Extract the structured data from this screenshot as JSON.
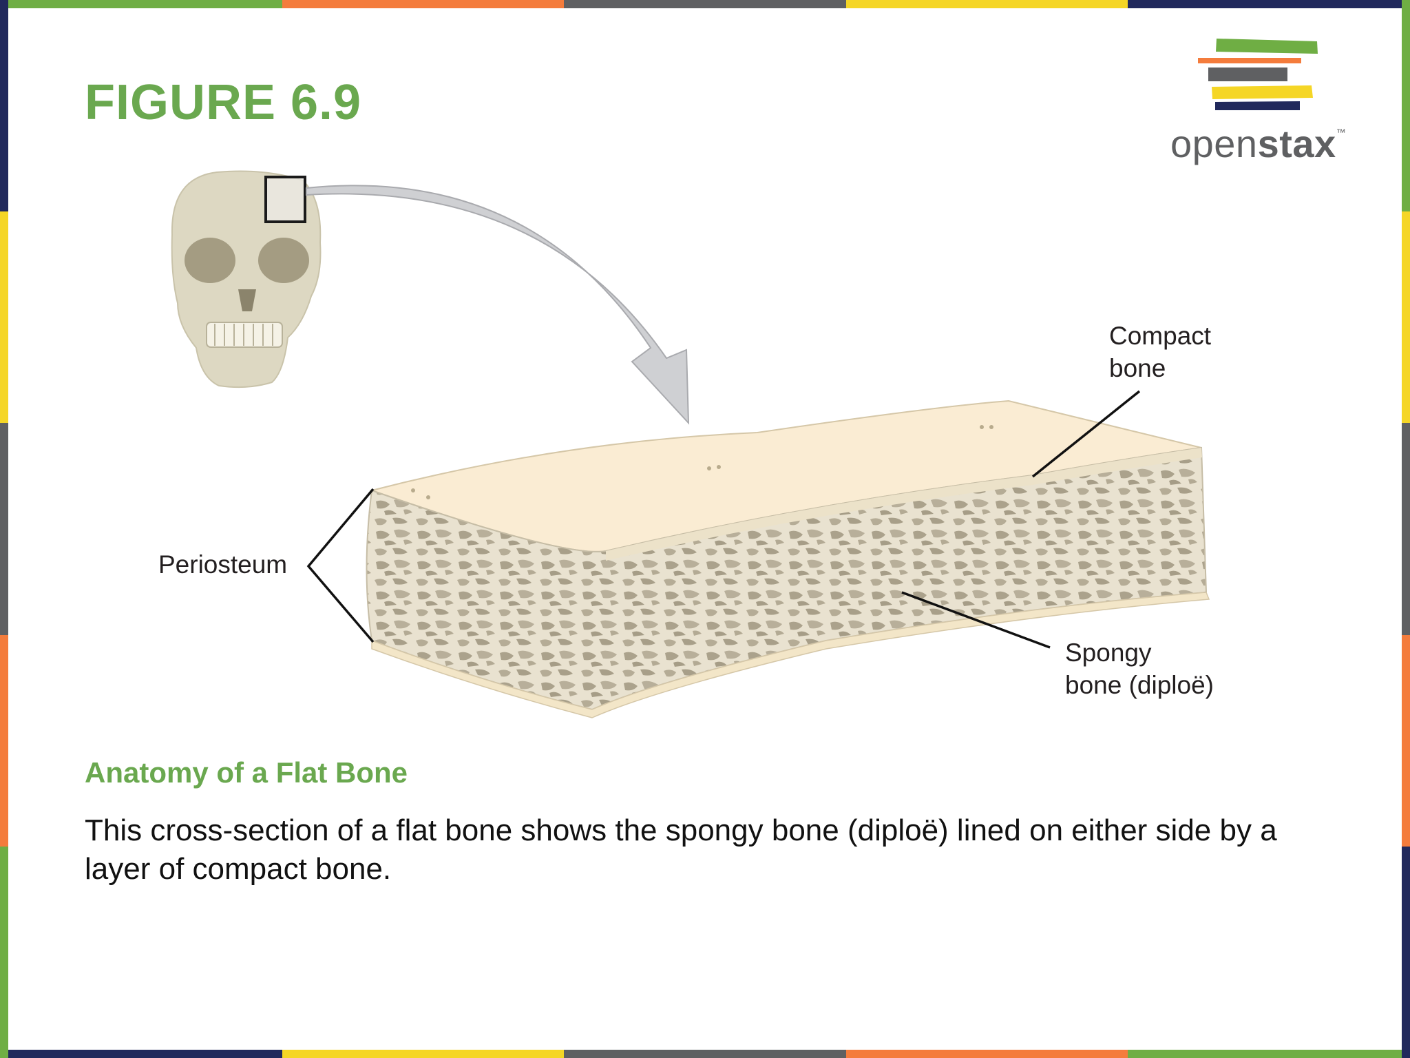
{
  "figure": {
    "number": "FIGURE 6.9"
  },
  "logo": {
    "light": "open",
    "bold": "stax",
    "tm": "™"
  },
  "diagram": {
    "labels": {
      "compact_line1": "Compact",
      "compact_line2": "bone",
      "spongy_line1": "Spongy",
      "spongy_line2": "bone (diploë)",
      "periosteum": "Periosteum"
    }
  },
  "caption": {
    "title": "Anatomy of a Flat Bone",
    "text": "This cross-section of a flat bone shows the spongy bone (diploë) lined on either side by a layer of compact bone."
  },
  "colors": {
    "title_green": "#6aa84f",
    "border": [
      "#6fae44",
      "#f47c3c",
      "#5f6062",
      "#f5d626",
      "#21295c"
    ]
  }
}
